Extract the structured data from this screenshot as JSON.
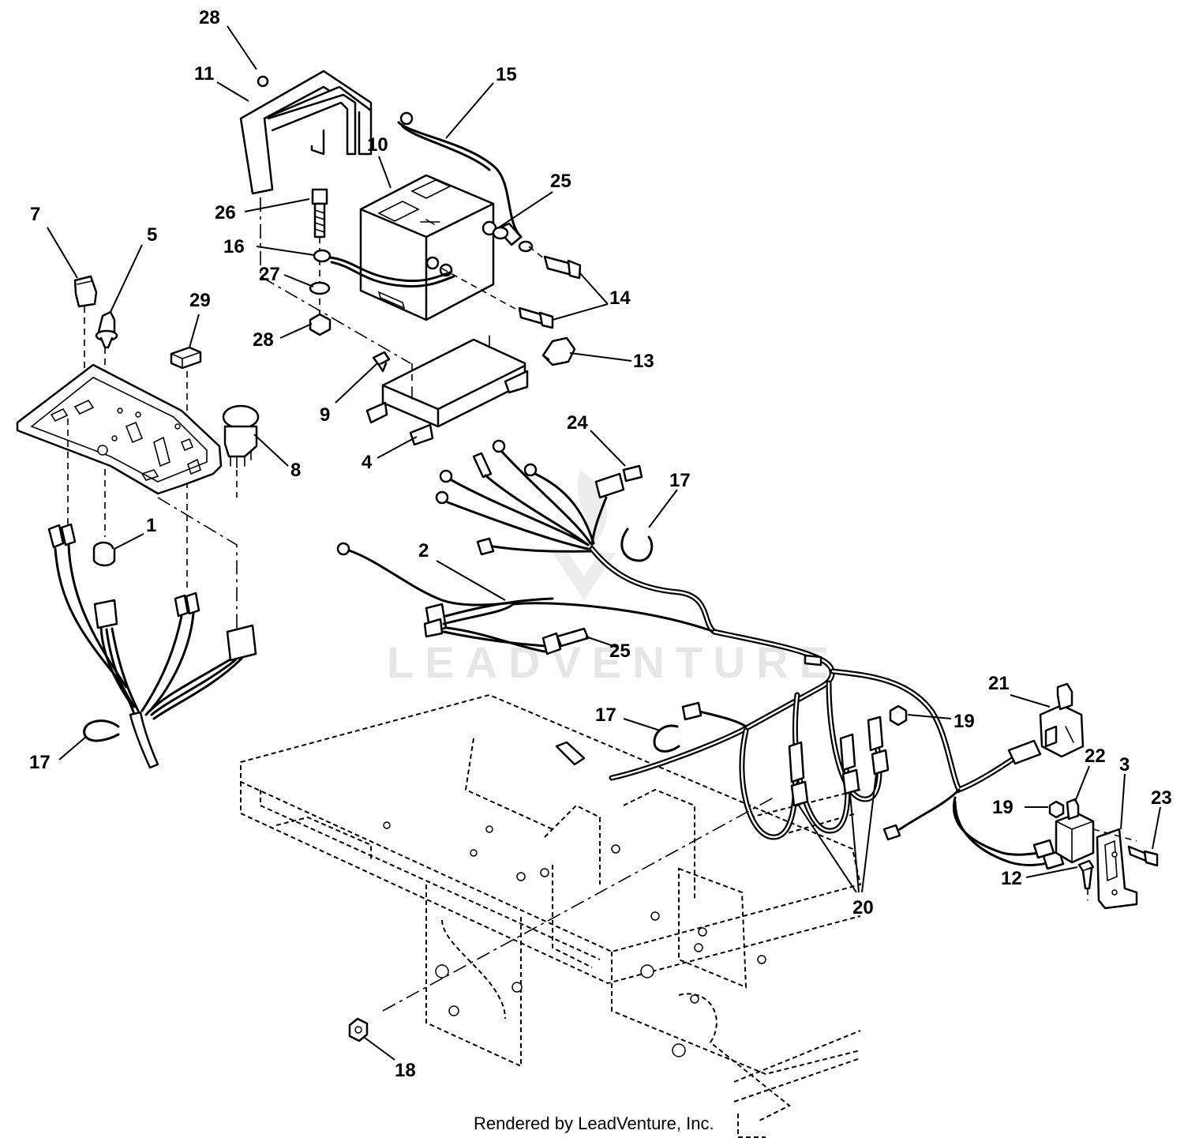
{
  "diagram": {
    "watermark_text": "LEADVENTURE",
    "footer_text": "Rendered by LeadVenture, Inc.",
    "callouts": [
      {
        "id": "28a",
        "label": "28"
      },
      {
        "id": "11",
        "label": "11"
      },
      {
        "id": "15",
        "label": "15"
      },
      {
        "id": "10",
        "label": "10"
      },
      {
        "id": "25a",
        "label": "25"
      },
      {
        "id": "26",
        "label": "26"
      },
      {
        "id": "7",
        "label": "7"
      },
      {
        "id": "5",
        "label": "5"
      },
      {
        "id": "16",
        "label": "16"
      },
      {
        "id": "27",
        "label": "27"
      },
      {
        "id": "14",
        "label": "14"
      },
      {
        "id": "29",
        "label": "29"
      },
      {
        "id": "28b",
        "label": "28"
      },
      {
        "id": "13",
        "label": "13"
      },
      {
        "id": "9",
        "label": "9"
      },
      {
        "id": "24",
        "label": "24"
      },
      {
        "id": "8",
        "label": "8"
      },
      {
        "id": "4",
        "label": "4"
      },
      {
        "id": "17a",
        "label": "17"
      },
      {
        "id": "1",
        "label": "1"
      },
      {
        "id": "2",
        "label": "2"
      },
      {
        "id": "25b",
        "label": "25"
      },
      {
        "id": "21",
        "label": "21"
      },
      {
        "id": "17b",
        "label": "17"
      },
      {
        "id": "19a",
        "label": "19"
      },
      {
        "id": "17c",
        "label": "17"
      },
      {
        "id": "22",
        "label": "22"
      },
      {
        "id": "3",
        "label": "3"
      },
      {
        "id": "19b",
        "label": "19"
      },
      {
        "id": "23",
        "label": "23"
      },
      {
        "id": "12",
        "label": "12"
      },
      {
        "id": "20",
        "label": "20"
      },
      {
        "id": "18",
        "label": "18"
      }
    ]
  }
}
